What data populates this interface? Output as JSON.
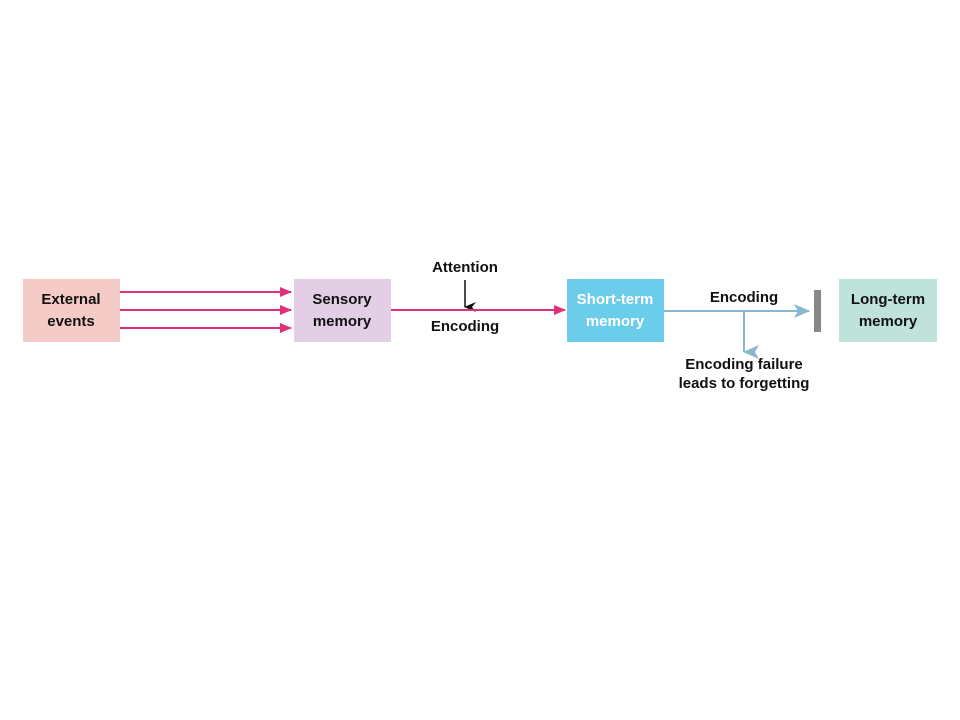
{
  "nodes": {
    "external_events": {
      "line1": "External",
      "line2": "events",
      "color": "#f4cbc6"
    },
    "sensory_memory": {
      "line1": "Sensory",
      "line2": "memory",
      "color": "#e2cfe6"
    },
    "short_term_memory": {
      "line1": "Short-term",
      "line2": "memory",
      "color": "#6ccdea"
    },
    "long_term_memory": {
      "line1": "Long-term",
      "line2": "memory",
      "color": "#bfe2da"
    }
  },
  "edges": {
    "attention": "Attention",
    "encoding_1": "Encoding",
    "encoding_2": "Encoding",
    "failure_line1": "Encoding failure",
    "failure_line2": "leads to forgetting"
  },
  "colors": {
    "pink_arrow": "#e0307a",
    "black_arrow": "#111111",
    "blue_arrow": "#8ab6cf",
    "barrier": "#888888"
  }
}
